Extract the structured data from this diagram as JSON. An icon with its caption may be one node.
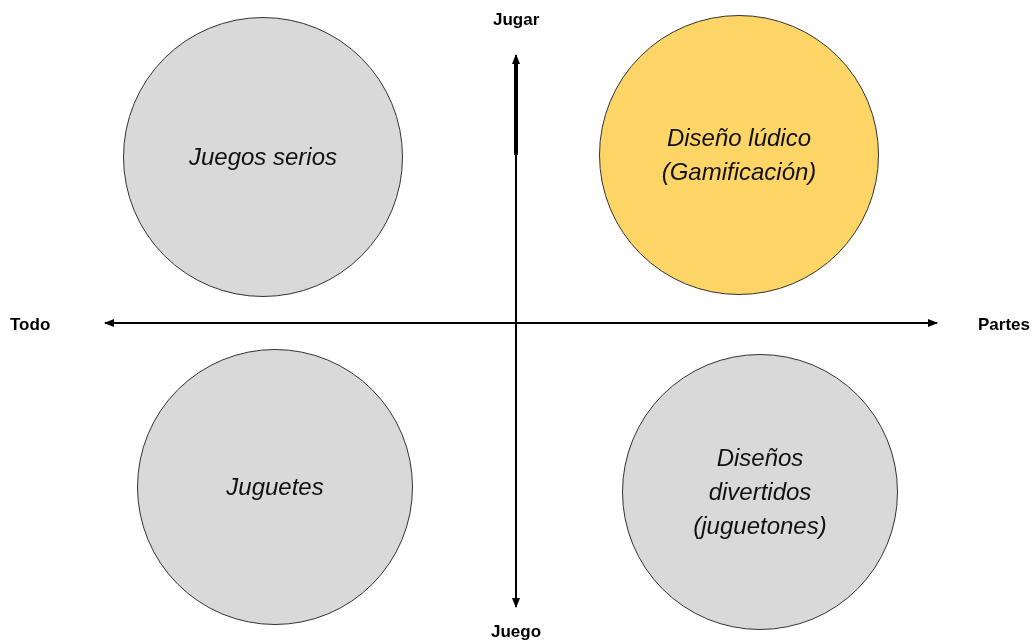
{
  "diagram": {
    "nodes": [
      {
        "text": [
          "Juegos serios"
        ]
      },
      {
        "text": [
          "Diseño lúdico (Gamificación)"
        ]
      },
      {
        "text": [
          "Juguetes"
        ]
      },
      {
        "text": [
          "Diseños divertidos (juguetones)"
        ]
      }
    ],
    "labels": [
      "Jugar",
      "Todo",
      "Partes",
      "Juego"
    ]
  }
}
